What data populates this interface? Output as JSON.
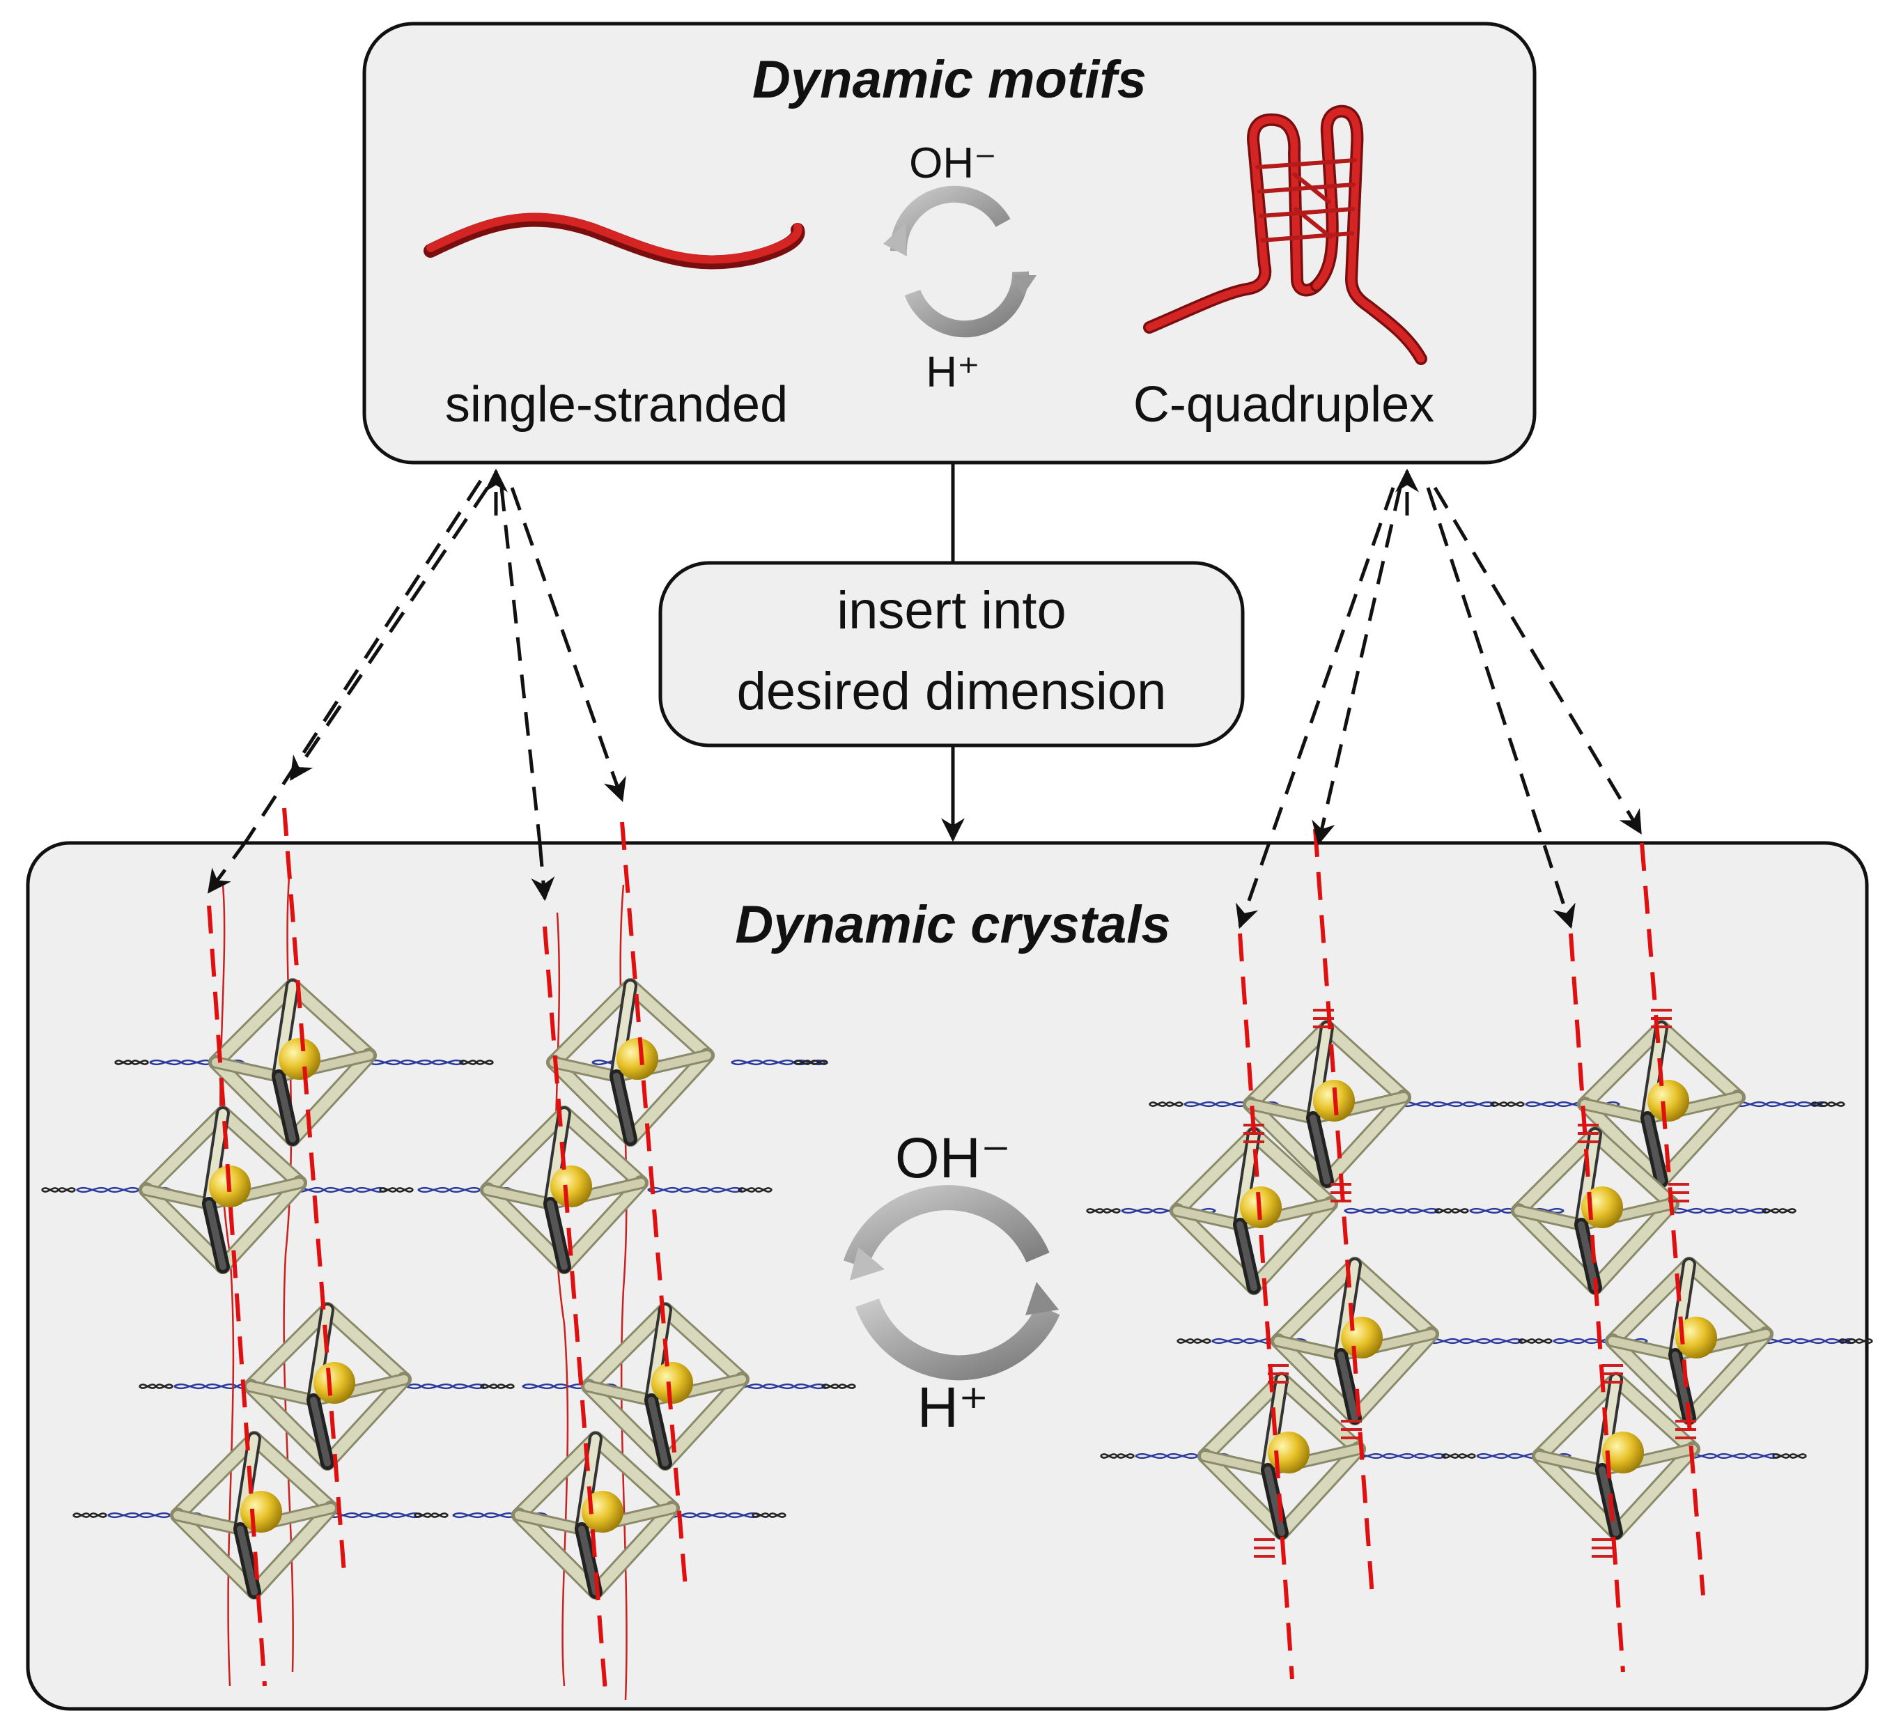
{
  "motifs_box": {
    "title": "Dynamic motifs",
    "left_label": "single-stranded",
    "right_label": "C-quadruplex",
    "top_reagent": "OH⁻",
    "bottom_reagent": "H⁺"
  },
  "step_box": {
    "line1": "insert into",
    "line2": "desired dimension"
  },
  "crystals_box": {
    "title": "Dynamic crystals",
    "top_reagent": "OH⁻",
    "bottom_reagent": "H⁺"
  },
  "colors": {
    "box_fill": "#efefef",
    "strand_red": "#cc1f1f",
    "dashed_red": "#e01010",
    "arrow_gray": "#8a8a8a",
    "frame_tube": "#d6d6b8",
    "dna_blue": "#2b3a9a",
    "gold_sphere": "#e8c22a"
  }
}
